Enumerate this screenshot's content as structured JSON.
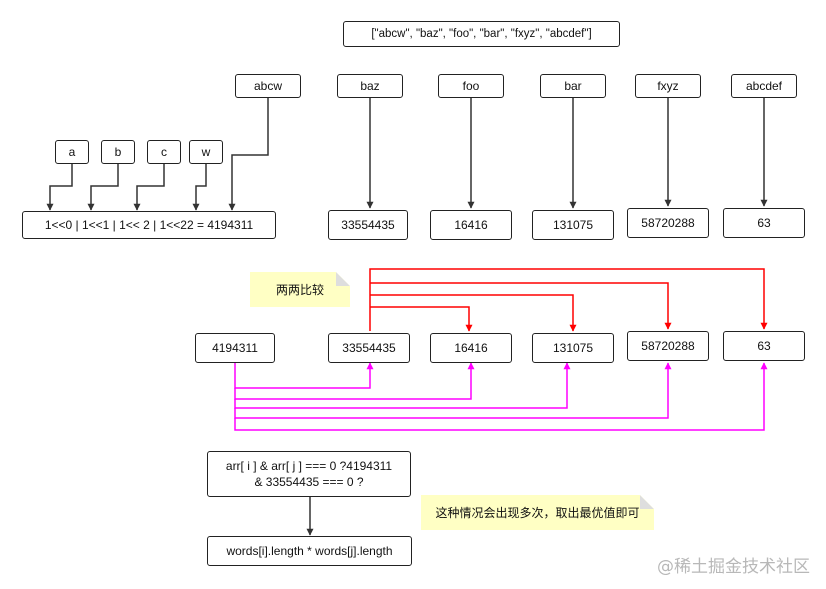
{
  "array_label": "[\"abcw\", \"baz\", \"foo\", \"bar\", \"fxyz\", \"abcdef\"]",
  "words": [
    "abcw",
    "baz",
    "foo",
    "bar",
    "fxyz",
    "abcdef"
  ],
  "letters": [
    "a",
    "b",
    "c",
    "w"
  ],
  "bitmask_expr": "1<<0 | 1<<1 | 1<< 2 | 1<<22 = 4194311",
  "masks": [
    "33554435",
    "16416",
    "131075",
    "58720288",
    "63"
  ],
  "compare_row": [
    "4194311",
    "33554435",
    "16416",
    "131075",
    "58720288",
    "63"
  ],
  "note_compare": "两两比较",
  "condition_line1": "arr[ i ] & arr[ j ] === 0 ?4194311",
  "condition_line2": "& 33554435 === 0 ?",
  "result_expr": "words[i].length * words[j].length",
  "note_multi": "这种情况会出现多次，取出最优值即可",
  "watermark": "@稀土掘金技术社区",
  "colors": {
    "black": "#333333",
    "red": "#ff0000",
    "magenta": "#ff00ff"
  }
}
